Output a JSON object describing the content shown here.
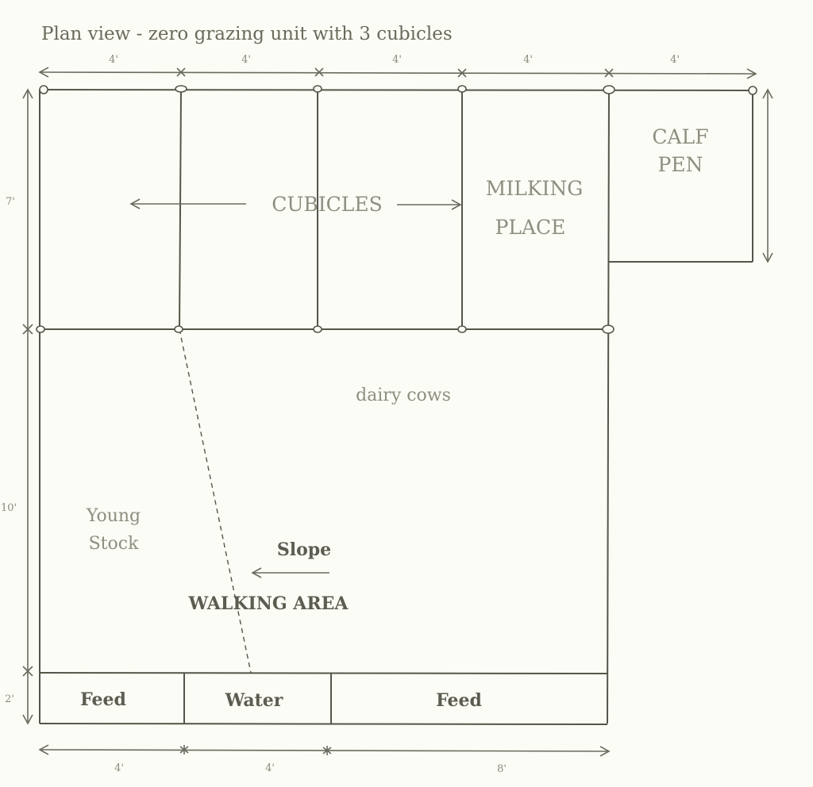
{
  "title": "Plan view - zero grazing unit with 3 cubicles",
  "top_dimensions": [
    "4'",
    "4'",
    "4'",
    "4'",
    "4'"
  ],
  "side_dimensions": {
    "cubicle_depth": "7'",
    "walking_area_depth": "10'",
    "feed_depth": "2'"
  },
  "bottom_dimensions": [
    "4'",
    "4'",
    "8'"
  ],
  "areas": {
    "cubicles": "CUBICLES",
    "milking_line1": "MILKING",
    "milking_line2": "PLACE",
    "calf_line1": "CALF",
    "calf_line2": "PEN",
    "dairy_cows": "dairy cows",
    "young_line1": "Young",
    "young_line2": "Stock",
    "slope": "Slope",
    "walking_area": "WALKING AREA"
  },
  "troughs": [
    "Feed",
    "Water",
    "Feed"
  ]
}
